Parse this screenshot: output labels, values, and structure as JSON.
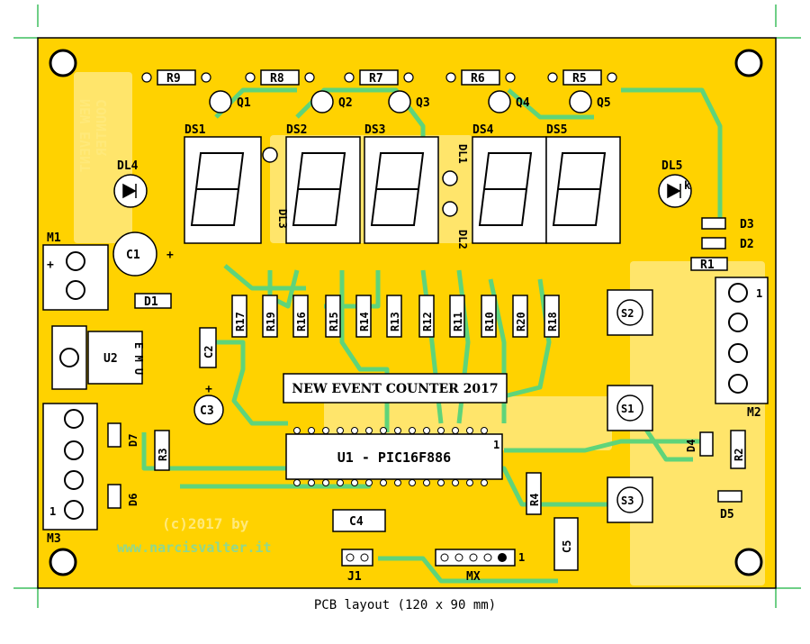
{
  "board": {
    "title_box": "NEW EVENT COUNTER 2017",
    "mcu_label": "U1 - PIC16F886",
    "mcu_pin1": "1",
    "mirror_text_1": "NEW EVENT",
    "mirror_text_2": "COUNTER",
    "copyright": "(c)2017 by",
    "website": "www.narcisvalter.it",
    "caption": "PCB layout (120 x 90 mm)"
  },
  "labels": {
    "r9": "R9",
    "r8": "R8",
    "r7": "R7",
    "r6": "R6",
    "r5": "R5",
    "q1": "Q1",
    "q2": "Q2",
    "q3": "Q3",
    "q4": "Q4",
    "q5": "Q5",
    "ds1": "DS1",
    "ds2": "DS2",
    "ds3": "DS3",
    "ds4": "DS4",
    "ds5": "DS5",
    "dl1": "DL1",
    "dl2": "DL2",
    "dl3": "DL3",
    "dl4": "DL4",
    "dl5": "DL5",
    "d1": "D1",
    "d2": "D2",
    "d3": "D3",
    "d4": "D4",
    "d5": "D5",
    "d6": "D6",
    "d7": "D7",
    "r17": "R17",
    "r19": "R19",
    "r16": "R16",
    "r15": "R15",
    "r14": "R14",
    "r13": "R13",
    "r12": "R12",
    "r11": "R11",
    "r10": "R10",
    "r20": "R20",
    "r18": "R18",
    "r1": "R1",
    "r2": "R2",
    "r3": "R3",
    "r4": "R4",
    "c1": "C1",
    "c2": "C2",
    "c3": "C3",
    "c4": "C4",
    "c5": "C5",
    "u2": "U2",
    "u2_pins": "E M U",
    "m1": "M1",
    "m2": "M2",
    "m3": "M3",
    "m2_pin1": "1",
    "m3_pin1": "1",
    "s1": "S1",
    "s2": "S2",
    "s3": "S3",
    "j1": "J1",
    "mx": "MX",
    "mx_pin1": "1",
    "plus": "+",
    "k": "k"
  },
  "colors": {
    "copper_bottom": "#ffd200",
    "copper_top": "#5fd47a",
    "board_outline": "#000000",
    "corner_marks": "#3fbf5f",
    "background": "#ffffff"
  }
}
